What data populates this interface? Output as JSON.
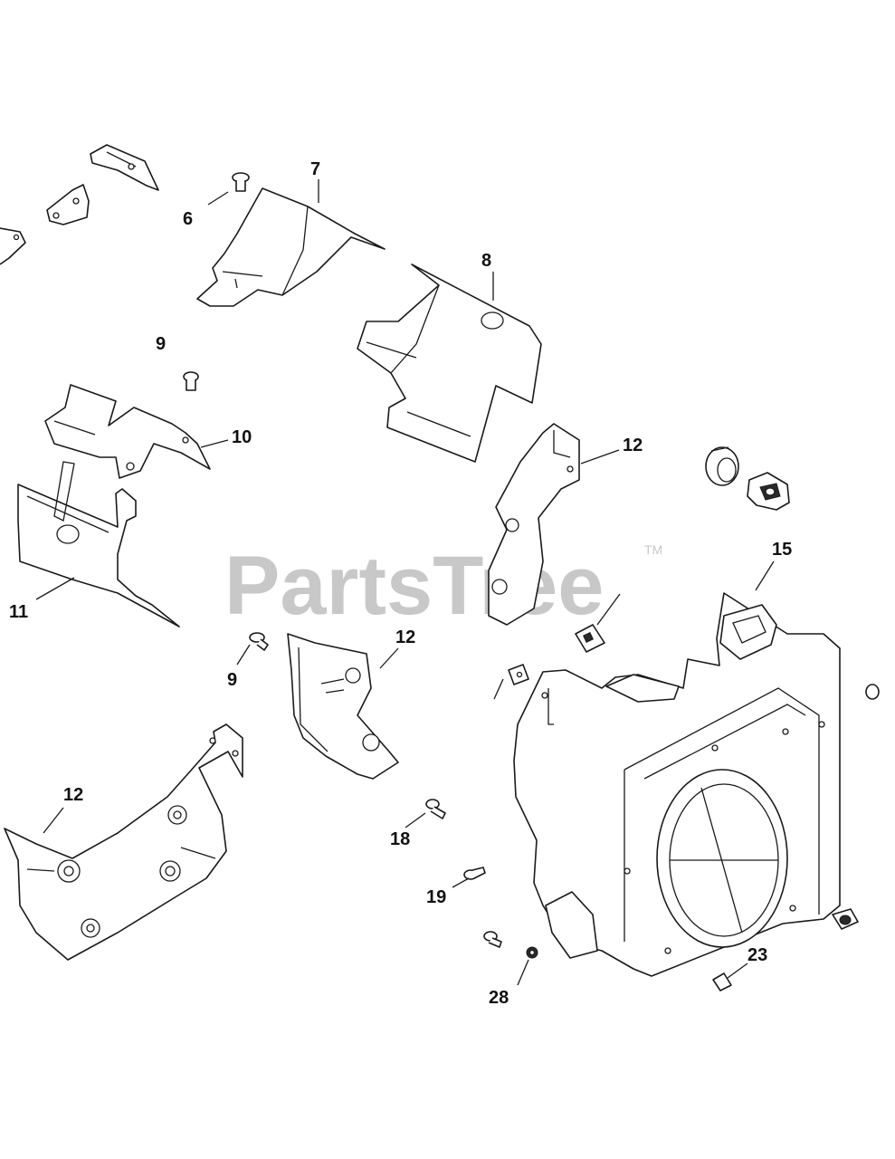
{
  "watermark": {
    "text": "PartsTree",
    "trademark": "TM"
  },
  "callouts": [
    {
      "id": "c6",
      "label": "6"
    },
    {
      "id": "c7",
      "label": "7"
    },
    {
      "id": "c8",
      "label": "8"
    },
    {
      "id": "c9a",
      "label": "9"
    },
    {
      "id": "c10",
      "label": "10"
    },
    {
      "id": "c11",
      "label": "11"
    },
    {
      "id": "c12a",
      "label": "12"
    },
    {
      "id": "c15",
      "label": "15"
    },
    {
      "id": "c9b",
      "label": "9"
    },
    {
      "id": "c12b",
      "label": "12"
    },
    {
      "id": "c12c",
      "label": "12"
    },
    {
      "id": "c18",
      "label": "18"
    },
    {
      "id": "c19",
      "label": "19"
    },
    {
      "id": "c23",
      "label": "23"
    },
    {
      "id": "c28",
      "label": "28"
    }
  ]
}
